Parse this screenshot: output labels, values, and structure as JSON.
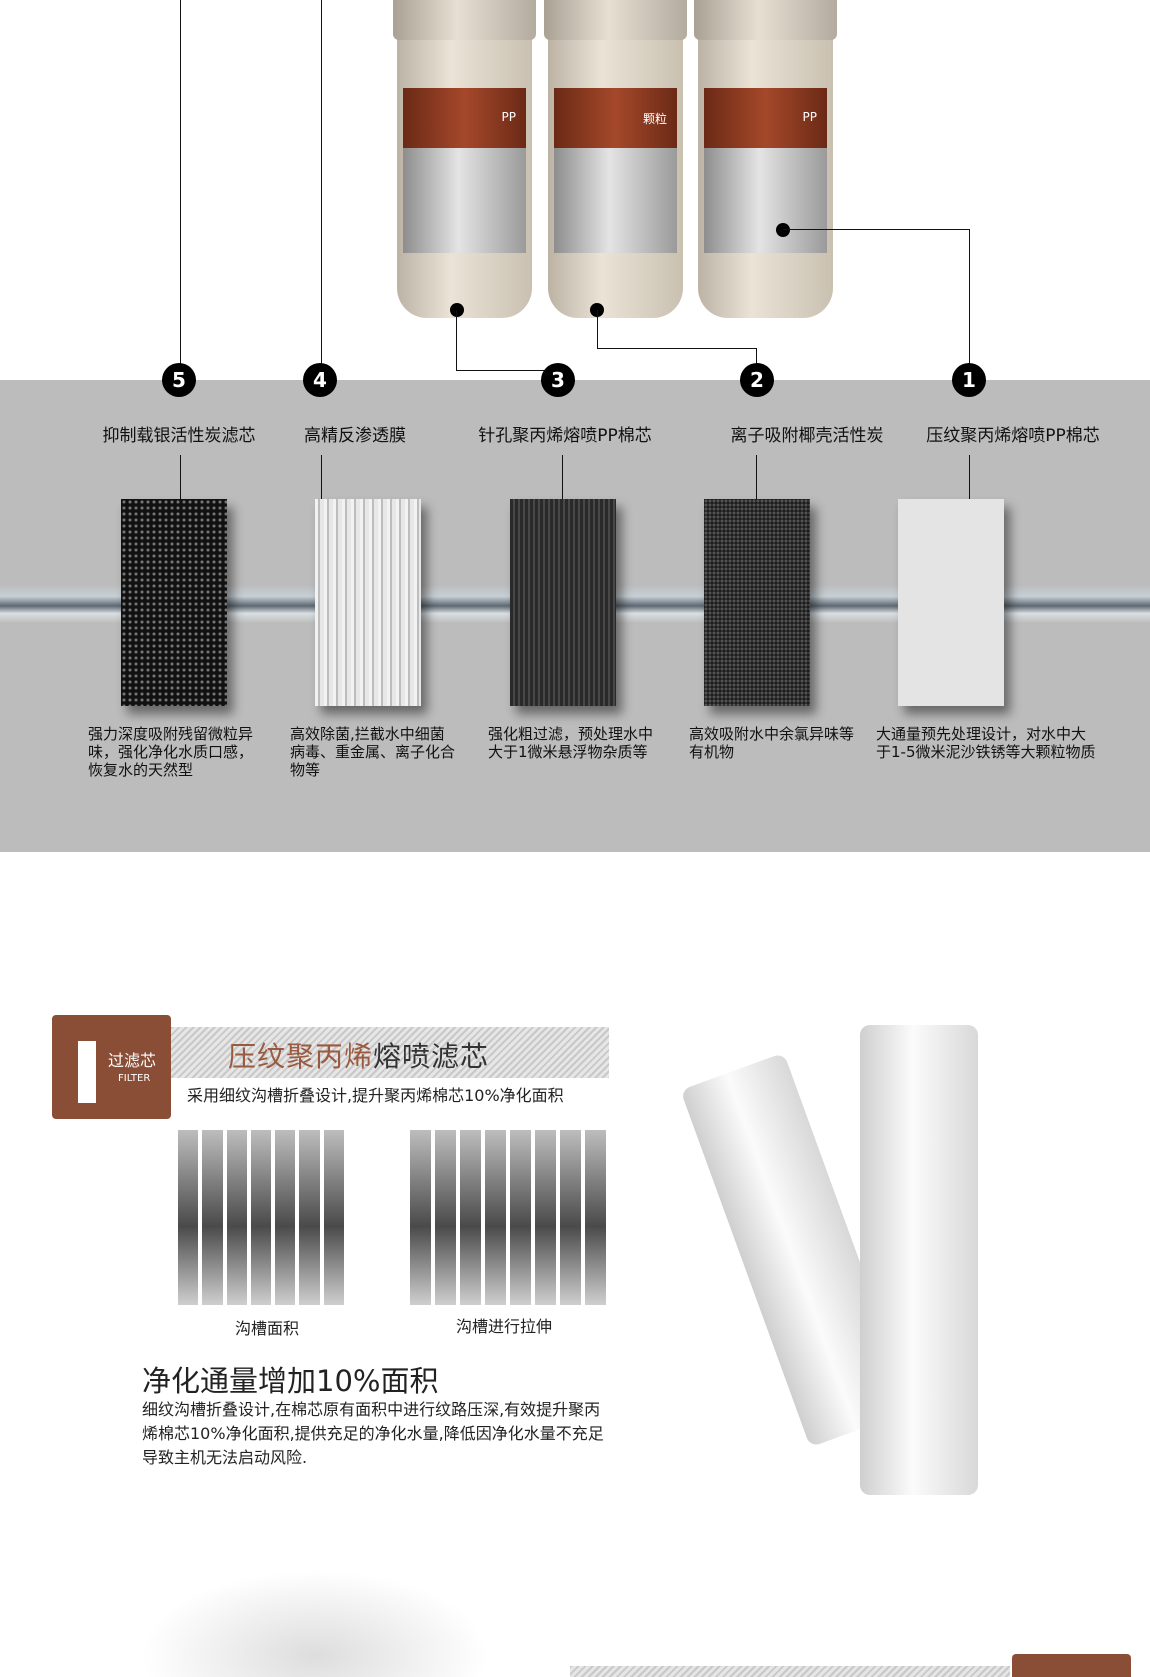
{
  "housings": [
    {
      "tag": "PP"
    },
    {
      "tag": "颗粒"
    },
    {
      "tag": "PP"
    }
  ],
  "stages": [
    {
      "num": "5",
      "label": "抑制载银活性炭滤芯",
      "desc": "强力深度吸附残留微粒异味，强化净化水质口感，恢复水的天然型"
    },
    {
      "num": "4",
      "label": "高精反渗透膜",
      "desc": "高效除菌,拦截水中细菌病毒、重金属、离子化合物等"
    },
    {
      "num": "3",
      "label": "针孔聚丙烯熔喷PP棉芯",
      "desc": "强化粗过滤，预处理水中大于1微米悬浮物杂质等"
    },
    {
      "num": "2",
      "label": "离子吸附椰壳活性炭",
      "desc": "高效吸附水中余氯异味等有机物"
    },
    {
      "num": "1",
      "label": "压纹聚丙烯熔喷PP棉芯",
      "desc": "大通量预先处理设计，对水中大于1-5微米泥沙铁锈等大颗粒物质"
    }
  ],
  "filter_section": {
    "badge_cn": "过滤芯",
    "badge_en": "FILTER",
    "title_brown": "压纹聚丙烯",
    "title_dark": "熔喷滤芯",
    "subtitle": "采用细纹沟槽折叠设计,提升聚丙烯棉芯10%净化面积",
    "fold_label_1": "沟槽面积",
    "fold_label_2": "沟槽进行拉伸",
    "headline": "净化通量增加10%面积",
    "body": "细纹沟槽折叠设计,在棉芯原有面积中进行纹路压深,有效提升聚丙烯棉芯10%净化面积,提供充足的净化水量,降低因净化水量不充足导致主机无法启动风险."
  },
  "colors": {
    "brown": "#8a4e36",
    "gray_band": "#bcbcbc"
  }
}
